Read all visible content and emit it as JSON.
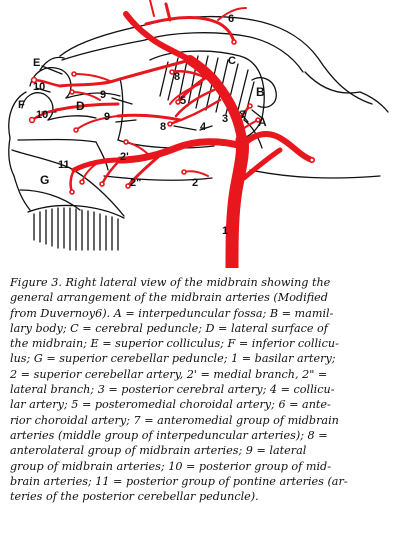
{
  "figure": {
    "labels": {
      "A": "A",
      "B": "B",
      "C": "C",
      "D": "D",
      "E": "E",
      "F": "F",
      "G": "G",
      "n1": "1",
      "n2": "2",
      "n2p": "2'",
      "n2pp": "2\"",
      "n3": "3",
      "n4": "4",
      "n5": "5",
      "n6": "6",
      "n7": "7",
      "n8a": "8",
      "n8b": "8",
      "n9a": "9",
      "n9b": "9",
      "n10a": "10",
      "n10b": "10",
      "n11": "11"
    },
    "colors": {
      "artery": "#e8161d",
      "ink": "#111111",
      "background": "#ffffff"
    }
  },
  "caption": {
    "lines": [
      "Figure 3. Right lateral view of the midbrain showing the",
      "general arrangement of the midbrain arteries (Modified",
      "from Duvernoy6). A = interpeduncular fossa; B = mamil-",
      "lary body; C = cerebral peduncle; D = lateral surface of",
      "the midbrain; E = superior colliculus; F = inferior collicu-",
      "lus; G = superior cerebellar peduncle; 1 = basilar artery;",
      "2 = superior cerebellar artery, 2' = medial branch, 2\" =",
      "lateral branch; 3 = posterior cerebral artery; 4 = collicu-",
      "lar artery; 5 = posteromedial choroidal artery; 6 = ante-",
      "rior choroidal artery; 7 = anteromedial group of midbrain",
      "arteries (middle group of interpeduncular arteries); 8 =",
      "anterolateral group of midbrain arteries; 9 = lateral",
      "group of midbrain arteries; 10 = posterior group of mid-",
      "brain arteries; 11 = posterior group of pontine arteries (ar-",
      "teries of the posterior cerebellar peduncle)."
    ]
  }
}
